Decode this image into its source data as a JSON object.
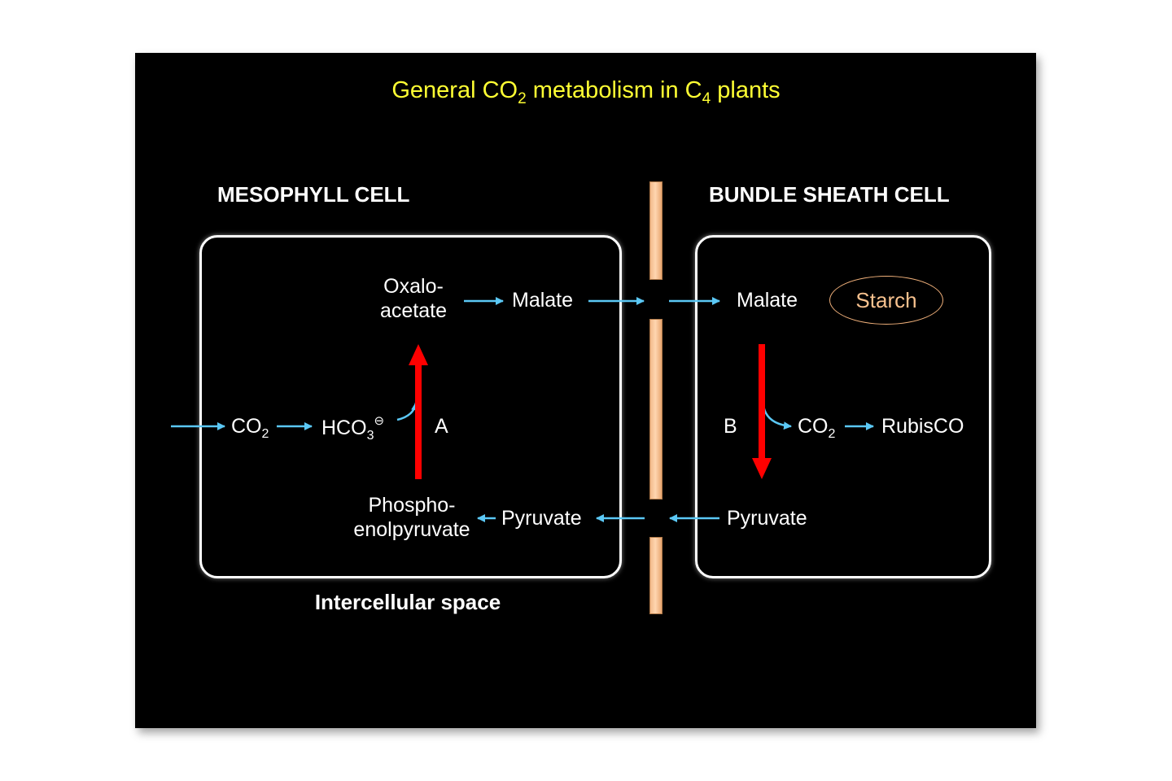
{
  "title": {
    "prefix": "General CO",
    "sub1": "2",
    "mid": " metabolism in C",
    "sub2": "4",
    "suffix": " plants"
  },
  "cells": {
    "mesophyll_label": "MESOPHYLL CELL",
    "bundle_sheath_label": "BUNDLE SHEATH CELL",
    "intercellular_label": "Intercellular space"
  },
  "mesophyll": {
    "oxaloacetate_line1": "Oxalo-",
    "oxaloacetate_line2": "acetate",
    "malate": "Malate",
    "co2_main": "CO",
    "co2_sub": "2",
    "hco3_main": "HCO",
    "hco3_sub": "3",
    "hco3_sup": "⊖",
    "enzyme_a": "A",
    "pep_line1": "Phospho-",
    "pep_line2": "enolpyruvate",
    "pyruvate": "Pyruvate"
  },
  "bundle_sheath": {
    "malate": "Malate",
    "starch": "Starch",
    "enzyme_b": "B",
    "co2_main": "CO",
    "co2_sub": "2",
    "rubisco": "RubisCO",
    "pyruvate": "Pyruvate"
  },
  "colors": {
    "background": "#000000",
    "title": "#ffff33",
    "flow_arrow": "#5bc8f5",
    "enzyme_arrow": "#ff0000",
    "cell_wall": "#f5c090",
    "starch": "#f7c18e"
  }
}
